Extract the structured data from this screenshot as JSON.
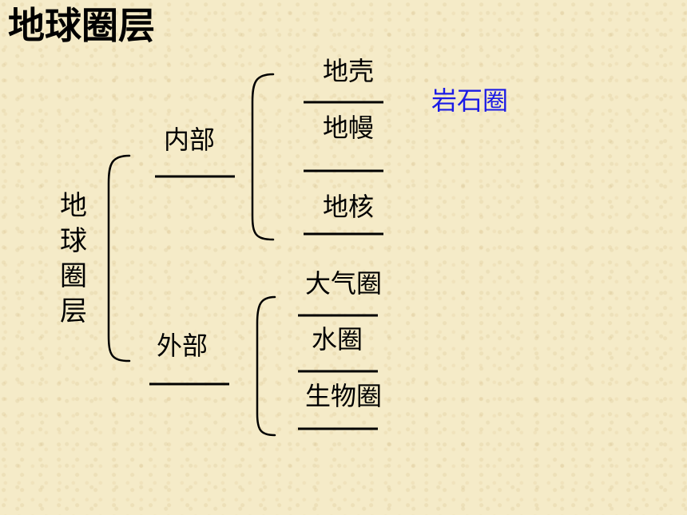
{
  "title": "地球圈层",
  "root_vertical": [
    "地",
    "球",
    "圈",
    "层"
  ],
  "branches": {
    "inner": {
      "label": "内部",
      "items": [
        "地壳",
        "地幔",
        "地核"
      ]
    },
    "outer": {
      "label": "外部",
      "items": [
        "大气圈",
        "水圈",
        "生物圈"
      ]
    }
  },
  "annotation": "岩石圈",
  "colors": {
    "annotation": "#1a1ae6",
    "text": "#000000",
    "background": "#f5ebc8"
  }
}
